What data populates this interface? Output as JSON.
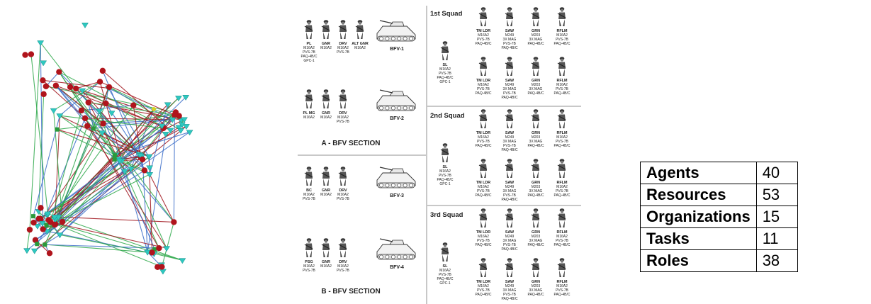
{
  "org_chart": {
    "sections": [
      {
        "name": "A - BFV SECTION",
        "vehicles": [
          {
            "label": "BFV-1",
            "crew": [
              {
                "role": "PL",
                "gear": [
                  "M16A2",
                  "PVS-7B",
                  "PAQ-4B/C",
                  "GPC-1"
                ]
              },
              {
                "role": "GNR",
                "gear": [
                  "M16A2"
                ]
              },
              {
                "role": "DRV",
                "gear": [
                  "M16A2",
                  "PVS-7B"
                ]
              },
              {
                "role": "ALT GNR",
                "gear": [
                  "M16A2"
                ]
              }
            ]
          },
          {
            "label": "BFV-2",
            "crew": [
              {
                "role": "PL MG",
                "gear": [
                  "M16A2"
                ]
              },
              {
                "role": "GNR",
                "gear": [
                  "M16A2"
                ]
              },
              {
                "role": "DRV",
                "gear": [
                  "M16A2",
                  "PVS-7B"
                ]
              }
            ]
          }
        ]
      },
      {
        "name": "B - BFV SECTION",
        "vehicles": [
          {
            "label": "BFV-3",
            "crew": [
              {
                "role": "BC",
                "gear": [
                  "M16A2",
                  "PVS-7B"
                ]
              },
              {
                "role": "GNR",
                "gear": [
                  "M16A2"
                ]
              },
              {
                "role": "DRV",
                "gear": [
                  "M16A2",
                  "PVS-7B"
                ]
              }
            ]
          },
          {
            "label": "BFV-4",
            "crew": [
              {
                "role": "PSG",
                "gear": [
                  "M16A2",
                  "PVS-7B"
                ]
              },
              {
                "role": "GNR",
                "gear": [
                  "M16A2"
                ]
              },
              {
                "role": "DRV",
                "gear": [
                  "M16A2",
                  "PVS-7B"
                ]
              }
            ]
          }
        ]
      }
    ],
    "squads": [
      {
        "name": "1st Squad",
        "leader": {
          "role": "SL",
          "gear": [
            "M16A2",
            "PVS-7B",
            "PAQ-4B/C",
            "GPC-1"
          ]
        },
        "teams": [
          [
            {
              "role": "TM LDR",
              "gear": [
                "M16A2",
                "PVS-7B",
                "PAQ-4B/C"
              ]
            },
            {
              "role": "SAW",
              "gear": [
                "M249",
                "3X MAG",
                "PVS-7B",
                "PAQ-4B/C"
              ]
            },
            {
              "role": "GRN",
              "gear": [
                "M203",
                "3X MAG",
                "PAQ-4B/C"
              ]
            },
            {
              "role": "RFLM",
              "gear": [
                "M16A2",
                "PVS-7B",
                "PAQ-4B/C"
              ]
            }
          ],
          [
            {
              "role": "TM LDR",
              "gear": [
                "M16A2",
                "PVS-7B",
                "PAQ-4B/C"
              ]
            },
            {
              "role": "SAW",
              "gear": [
                "M249",
                "3X MAG",
                "PVS-7B",
                "PAQ-4B/C"
              ]
            },
            {
              "role": "GRN",
              "gear": [
                "M203",
                "3X MAG",
                "PAQ-4B/C"
              ]
            },
            {
              "role": "RFLM",
              "gear": [
                "M16A2",
                "PVS-7B",
                "PAQ-4B/C"
              ]
            }
          ]
        ]
      },
      {
        "name": "2nd Squad",
        "leader": {
          "role": "SL",
          "gear": [
            "M16A2",
            "PVS-7B",
            "PAQ-4B/C",
            "GPC-1"
          ]
        },
        "teams": [
          [
            {
              "role": "TM LDR",
              "gear": [
                "M16A2",
                "PVS-7B",
                "PAQ-4B/C"
              ]
            },
            {
              "role": "SAW",
              "gear": [
                "M249",
                "3X MAG",
                "PVS-7B",
                "PAQ-4B/C"
              ]
            },
            {
              "role": "GRN",
              "gear": [
                "M203",
                "3X MAG",
                "PAQ-4B/C"
              ]
            },
            {
              "role": "RFLM",
              "gear": [
                "M16A2",
                "PVS-7B",
                "PAQ-4B/C"
              ]
            }
          ],
          [
            {
              "role": "TM LDR",
              "gear": [
                "M16A2",
                "PVS-7B",
                "PAQ-4B/C"
              ]
            },
            {
              "role": "SAW",
              "gear": [
                "M249",
                "3X MAG",
                "PVS-7B",
                "PAQ-4B/C"
              ]
            },
            {
              "role": "GRN",
              "gear": [
                "M203",
                "3X MAG",
                "PAQ-4B/C"
              ]
            },
            {
              "role": "RFLM",
              "gear": [
                "M16A2",
                "PVS-7B",
                "PAQ-4B/C"
              ]
            }
          ]
        ]
      },
      {
        "name": "3rd Squad",
        "leader": {
          "role": "SL",
          "gear": [
            "M16A2",
            "PVS-7B",
            "PAQ-4B/C",
            "GPC-1"
          ]
        },
        "teams": [
          [
            {
              "role": "TM LDR",
              "gear": [
                "M16A2",
                "PVS-7B",
                "PAQ-4B/C"
              ]
            },
            {
              "role": "SAW",
              "gear": [
                "M249",
                "3X MAG",
                "PVS-7B",
                "PAQ-4B/C"
              ]
            },
            {
              "role": "GRN",
              "gear": [
                "M203",
                "3X MAG",
                "PAQ-4B/C"
              ]
            },
            {
              "role": "RFLM",
              "gear": [
                "M16A2",
                "PVS-7B",
                "PAQ-4B/C"
              ]
            }
          ],
          [
            {
              "role": "TM LDR",
              "gear": [
                "M16A2",
                "PVS-7B",
                "PAQ-4B/C"
              ]
            },
            {
              "role": "SAW",
              "gear": [
                "M249",
                "3X MAG",
                "PVS-7B",
                "PAQ-4B/C"
              ]
            },
            {
              "role": "GRN",
              "gear": [
                "M203",
                "3X MAG",
                "PAQ-4B/C"
              ]
            },
            {
              "role": "RFLM",
              "gear": [
                "M16A2",
                "PVS-7B",
                "PAQ-4B/C"
              ]
            }
          ]
        ]
      }
    ]
  },
  "stats_table": [
    {
      "label": "Agents",
      "value": "40"
    },
    {
      "label": "Resources",
      "value": "53"
    },
    {
      "label": "Organizations",
      "value": "15"
    },
    {
      "label": "Tasks",
      "value": "11"
    },
    {
      "label": "Roles",
      "value": "38"
    }
  ],
  "network": {
    "node_counts": {
      "agent": 40,
      "resource": 53,
      "organization": 15
    },
    "edge_colors": {
      "red": "#a0141c",
      "green": "#2ea84a",
      "blue": "#3a6cc8",
      "yellow": "#c8c820"
    },
    "node_colors": {
      "red": "#b0141c",
      "cyan": "#2ec8c0",
      "yellow": "#d8d020",
      "green": "#2a9a3a"
    }
  }
}
